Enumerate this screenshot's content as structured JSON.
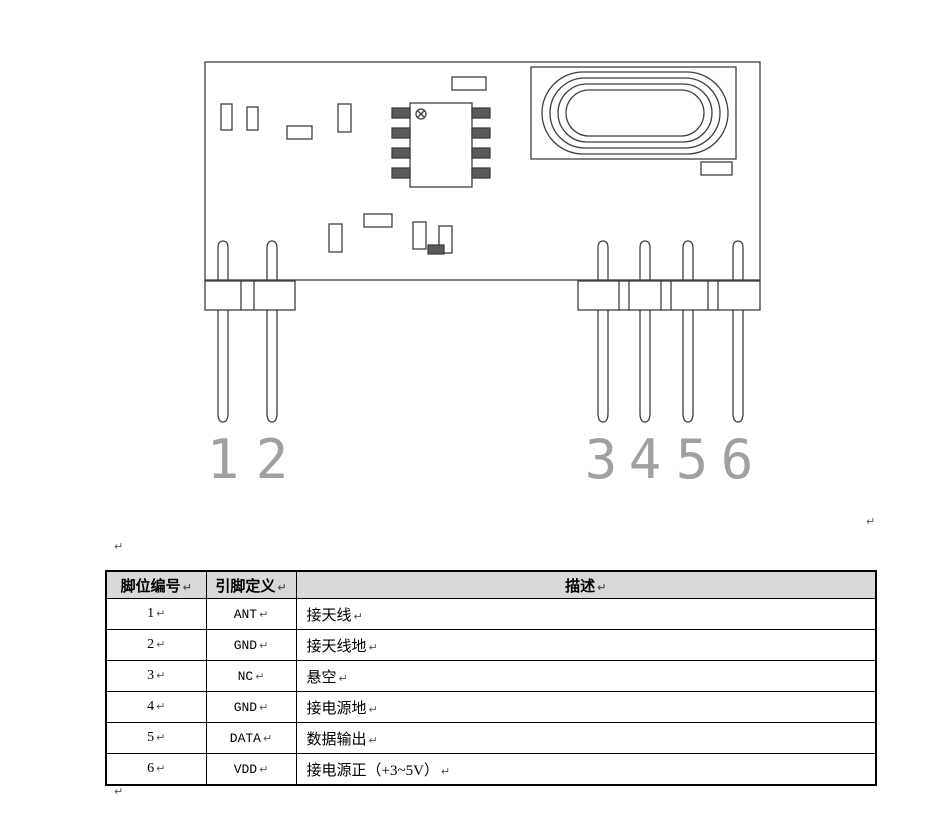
{
  "marks": {
    "return_mark": "↵"
  },
  "drawing": {
    "left_pin_numbers": [
      "1",
      "2"
    ],
    "right_pin_numbers": [
      "3",
      "4",
      "5",
      "6"
    ],
    "line_color": "#3f3f3f",
    "number_color": "#a0a0a0"
  },
  "table": {
    "header_bg": "#d9d9d9",
    "headers": [
      {
        "label": "脚位编号"
      },
      {
        "label": "引脚定义"
      },
      {
        "label": "描述"
      }
    ],
    "rows": [
      {
        "pin": "1",
        "def": "ANT",
        "desc": "接天线"
      },
      {
        "pin": "2",
        "def": "GND",
        "desc": "接天线地"
      },
      {
        "pin": "3",
        "def": "NC",
        "desc": "悬空"
      },
      {
        "pin": "4",
        "def": "GND",
        "desc": "接电源地"
      },
      {
        "pin": "5",
        "def": "DATA",
        "desc": "数据输出"
      },
      {
        "pin": "6",
        "def": "VDD",
        "desc": "接电源正（+3~5V）"
      }
    ]
  }
}
